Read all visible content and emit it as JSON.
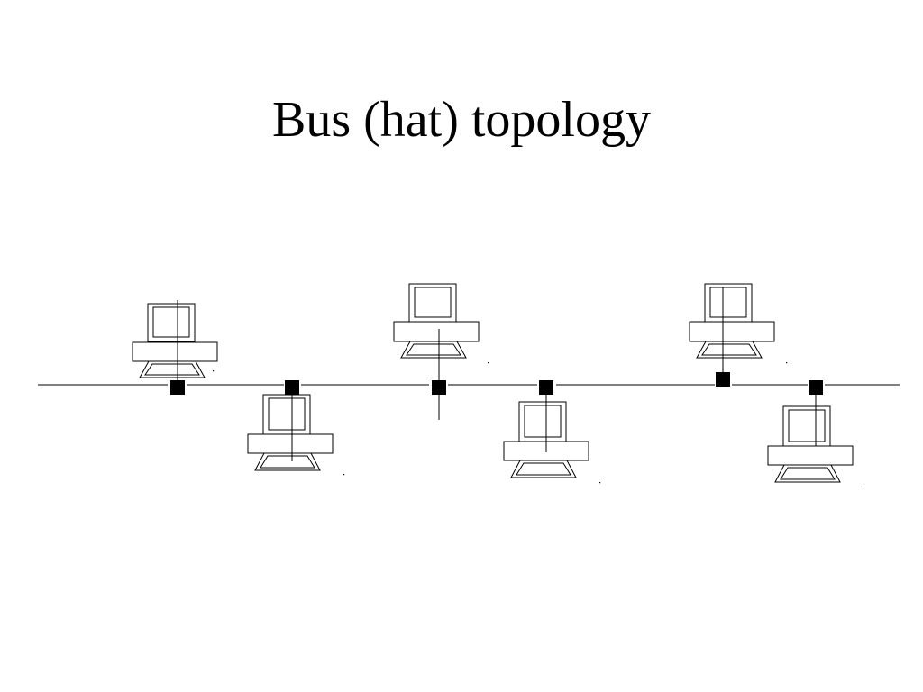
{
  "slide": {
    "title": "Bus (hat) topology"
  },
  "diagram": {
    "kind": "bus-topology",
    "colors": {
      "line": "#000000",
      "background": "#ffffff"
    },
    "icon": "desktop-computer-icon",
    "computers": [
      {
        "id": "pc-1",
        "side": "above"
      },
      {
        "id": "pc-2",
        "side": "below"
      },
      {
        "id": "pc-3",
        "side": "above"
      },
      {
        "id": "pc-4",
        "side": "below"
      },
      {
        "id": "pc-5",
        "side": "above"
      },
      {
        "id": "pc-6",
        "side": "below"
      }
    ]
  }
}
